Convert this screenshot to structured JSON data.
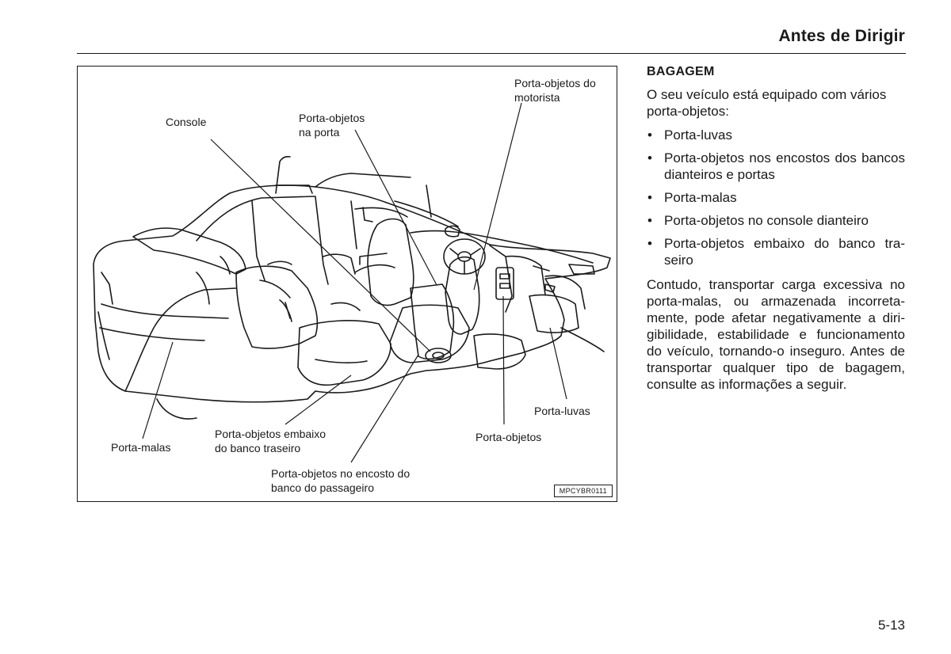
{
  "header": {
    "title": "Antes de Dirigir"
  },
  "figure": {
    "code": "MPCYBR0111",
    "labels": {
      "driver_storage": "Porta-objetos do motorista",
      "driver_storage_line1": "Porta-objetos do",
      "driver_storage_line2": "motorista",
      "console": "Console",
      "door_storage_line1": "Porta-objetos",
      "door_storage_line2": "na porta",
      "glove_box": "Porta-luvas",
      "storage": "Porta-objetos",
      "trunk": "Porta-malas",
      "under_rear_seat_line1": "Porta-objetos embaixo",
      "under_rear_seat_line2": "do banco traseiro",
      "passenger_seatback_line1": "Porta-objetos no encosto do",
      "passenger_seatback_line2": "banco do passageiro"
    }
  },
  "section": {
    "heading": "BAGAGEM",
    "intro": "O seu veículo está equipado com vários porta-objetos:",
    "bullet_symbol": "•",
    "items": [
      "Porta-luvas",
      "Porta-objetos nos encostos dos bancos dianteiros e portas",
      "Porta-malas",
      "Porta-objetos no console dianteiro",
      "Porta-objetos embaixo do banco tra­seiro"
    ],
    "body": "Contudo, transportar carga excessiva no porta-malas, ou armazenada incorreta­mente, pode afetar negativamente a diri­gibilidade, estabilidade e funcionamento do veículo, tornando-o inseguro. Antes de transportar qualquer tipo de bagagem, consulte as informações a seguir."
  },
  "page_number": "5-13"
}
